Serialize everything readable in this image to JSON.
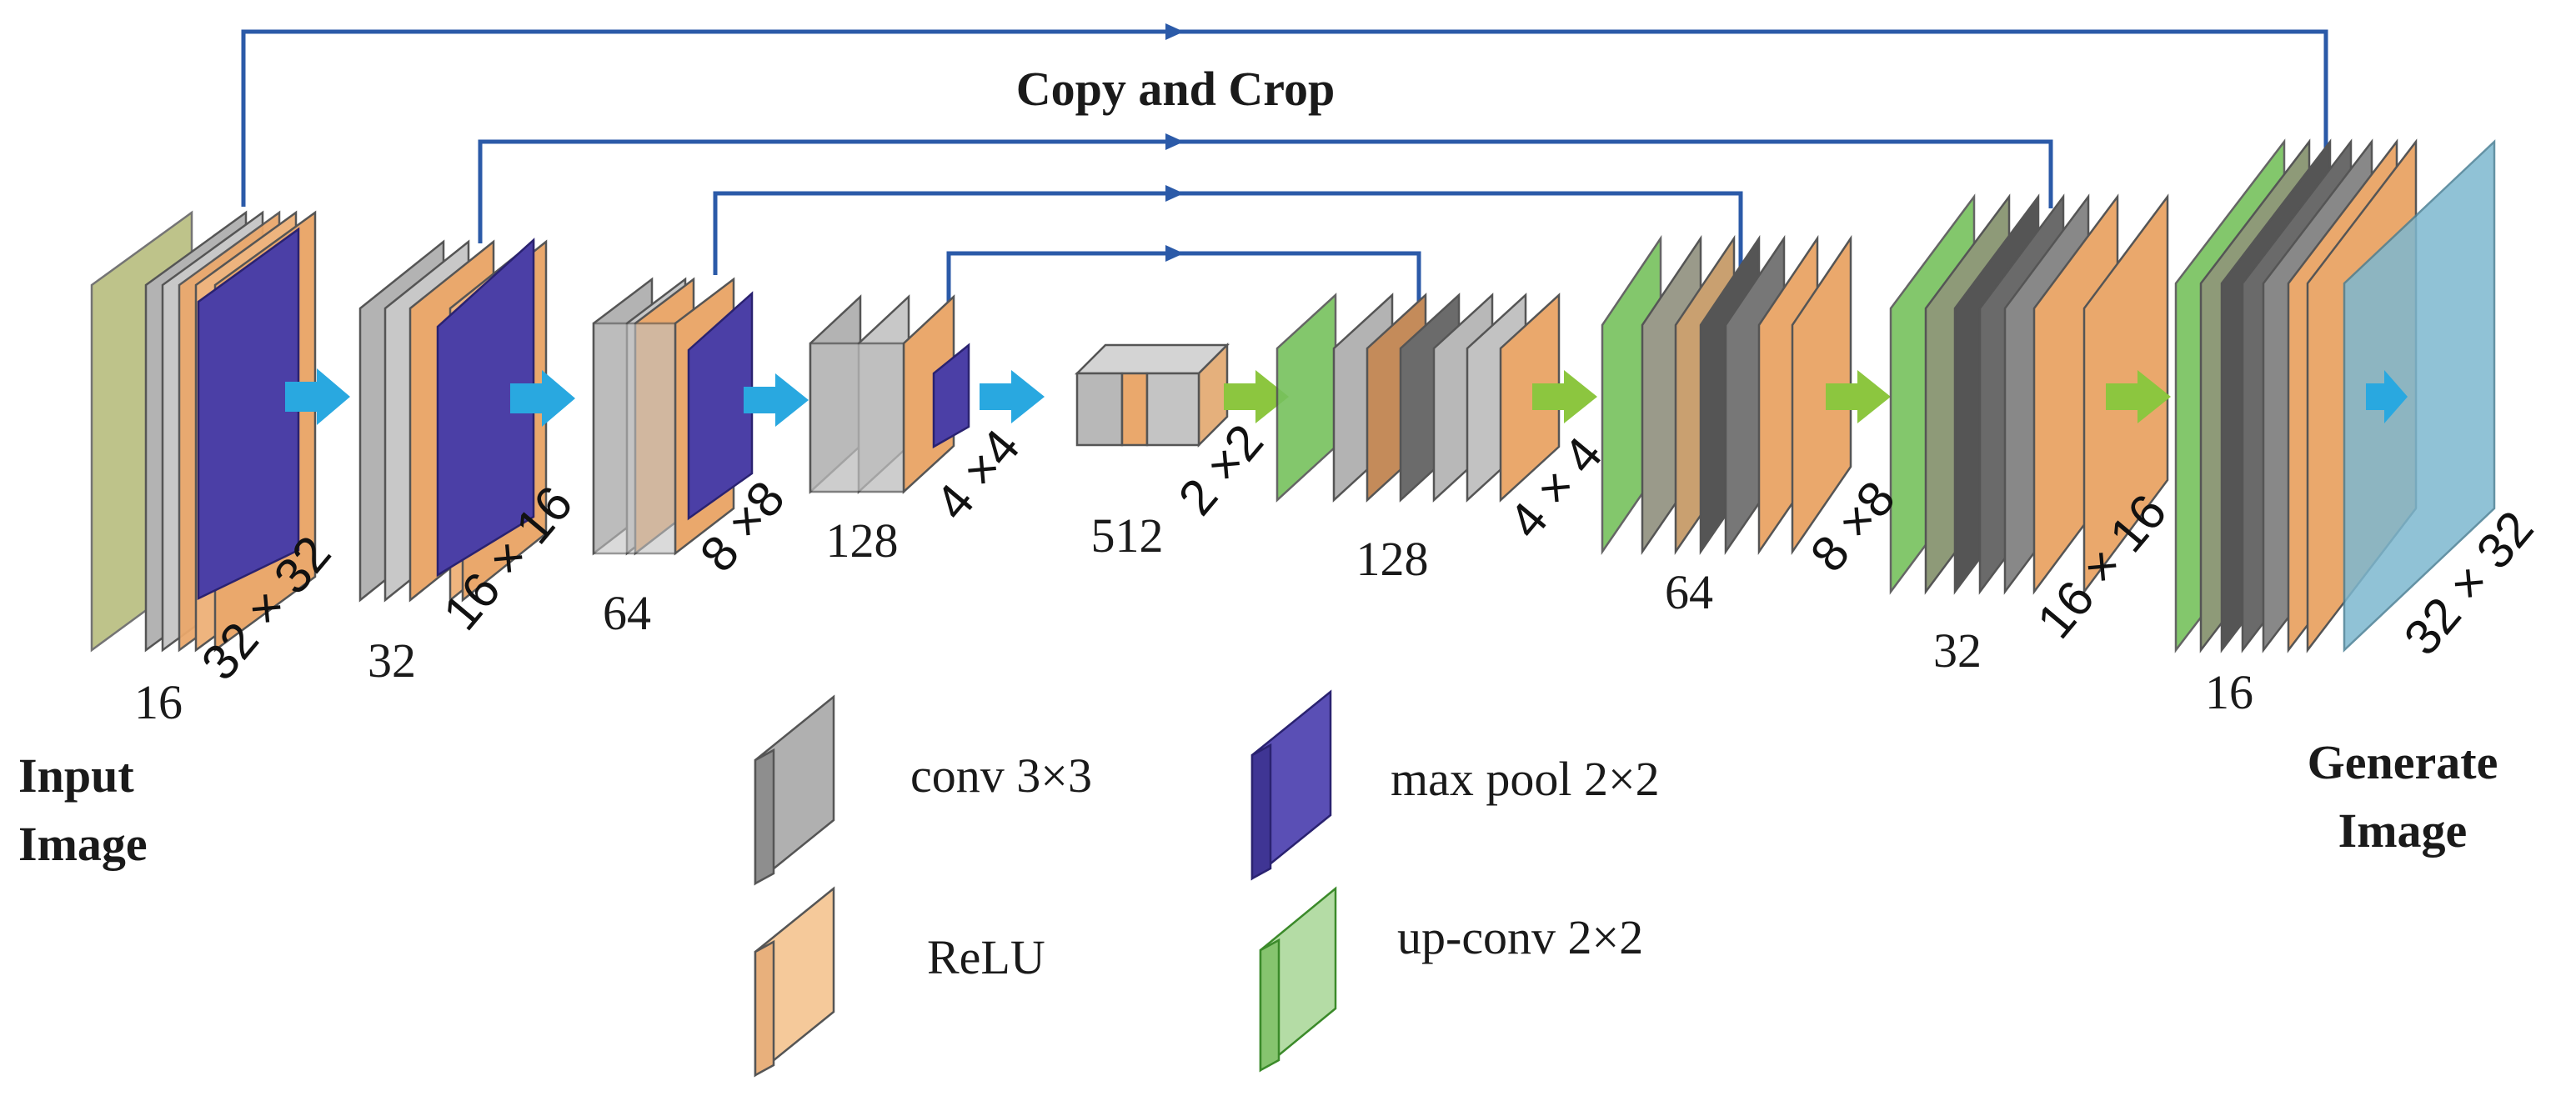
{
  "title": "Copy and Crop",
  "input_label": [
    "Input",
    "Image"
  ],
  "output_label": [
    "Generate",
    "Image"
  ],
  "stages": [
    {
      "id": "enc1",
      "channels": "16",
      "size": "32 × 32"
    },
    {
      "id": "enc2",
      "channels": "32",
      "size": "16 × 16"
    },
    {
      "id": "enc3",
      "channels": "64",
      "size": "8 ×8"
    },
    {
      "id": "enc4",
      "channels": "128",
      "size": "4 ×4"
    },
    {
      "id": "bottleneck",
      "channels": "512",
      "size": "2 ×2"
    },
    {
      "id": "dec4",
      "channels": "128",
      "size": "4 × 4"
    },
    {
      "id": "dec3",
      "channels": "64",
      "size": "8 ×8"
    },
    {
      "id": "dec2",
      "channels": "32",
      "size": "16 × 16"
    },
    {
      "id": "dec1",
      "channels": "16",
      "size": ""
    },
    {
      "id": "output",
      "channels": "",
      "size": "32 × 32"
    }
  ],
  "legend": [
    {
      "id": "conv",
      "label": "conv 3×3",
      "color": "#b0b0b0"
    },
    {
      "id": "relu",
      "label": "ReLU",
      "color": "#f5c99a"
    },
    {
      "id": "maxpool",
      "label": "max pool 2×2",
      "color": "#5a4fb5"
    },
    {
      "id": "upconv",
      "label": "up-conv 2×2",
      "color": "#7cc46a"
    }
  ],
  "colors": {
    "input": "#b8bd7e",
    "conv": "#b3b3b3",
    "relu": "#eaa86c",
    "maxpool": "#4b3fa6",
    "upconv": "#76c15d",
    "output": "#7db8d0",
    "skip_line": "#2b5aa8",
    "down_arrow": "#29a8e0",
    "up_arrow": "#8cc63f"
  }
}
